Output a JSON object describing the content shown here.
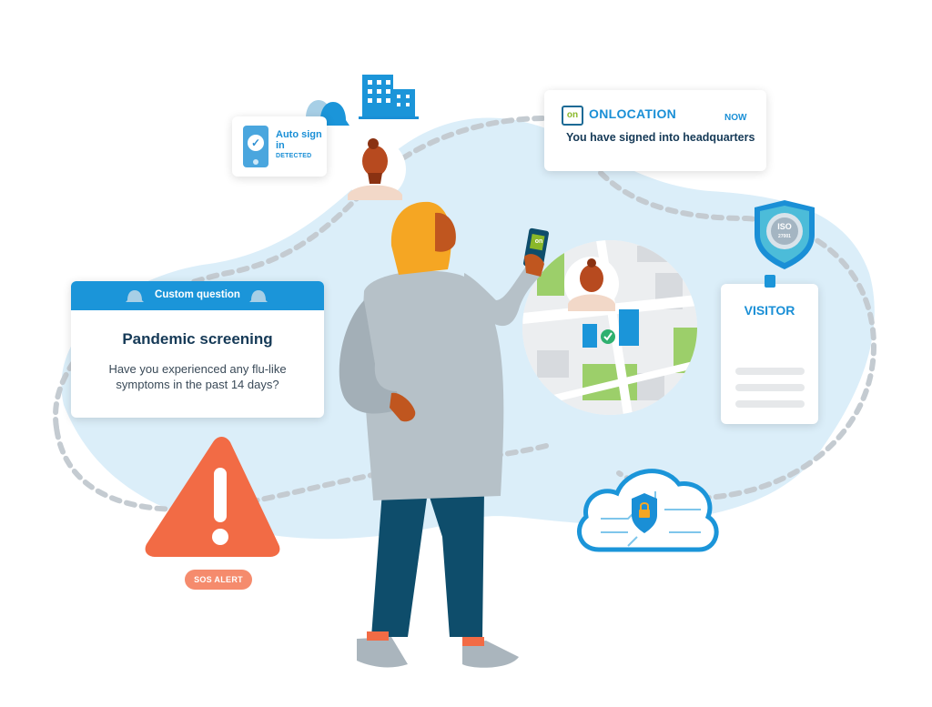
{
  "auto_sign_in": {
    "title": "Auto sign in",
    "status": "DETECTED"
  },
  "onlocation_notification": {
    "logo_text": "on",
    "brand": "ONLOCATION",
    "time": "NOW",
    "message": "You have signed into headquarters"
  },
  "custom_question": {
    "header": "Custom question",
    "title": "Pandemic screening",
    "body": "Have you experienced any flu-like symptoms in the past 14 days?"
  },
  "visitor_badge": {
    "title": "VISITOR"
  },
  "iso_shield": {
    "text": "ISO",
    "number": "27001"
  },
  "sos_alert": {
    "label": "SOS ALERT"
  },
  "phone_screen": {
    "logo_text": "on"
  },
  "colors": {
    "accent_blue": "#1b95d9",
    "dark_navy": "#163a57",
    "blob_blue": "#dbeef9",
    "alert_orange": "#f26b45",
    "sos_pill": "#f58b6d",
    "map_green": "#9ccf6a"
  },
  "icons": [
    "bell-icon",
    "building-icon",
    "check-icon",
    "shield-icon",
    "cloud-lock-icon",
    "warning-icon",
    "map-icon"
  ]
}
